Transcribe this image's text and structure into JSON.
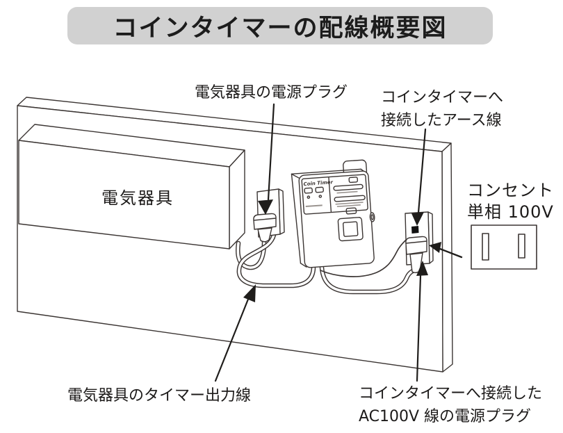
{
  "title": "コインタイマーの配線概要図",
  "diagram": {
    "appliance_label": "電気器具",
    "appliance_plug_label": "電気器具の電源プラグ",
    "earth_label_line1": "コインタイマーへ",
    "earth_label_line2": "接続したアース線",
    "outlet_label_line1": "コンセント",
    "outlet_label_line2": "単相 100V",
    "timer_output_label": "電気器具のタイマー出力線",
    "ac_plug_label_line1": "コインタイマーへ接続した",
    "ac_plug_label_line2": "AC100V 線の電源プラグ",
    "device_logo": "Coin Timer"
  },
  "colors": {
    "background": "#ffffff",
    "banner_bg": "#d1d1d1",
    "line": "#3b3533",
    "text": "#1c1a19",
    "earth_terminal": "#111111"
  }
}
